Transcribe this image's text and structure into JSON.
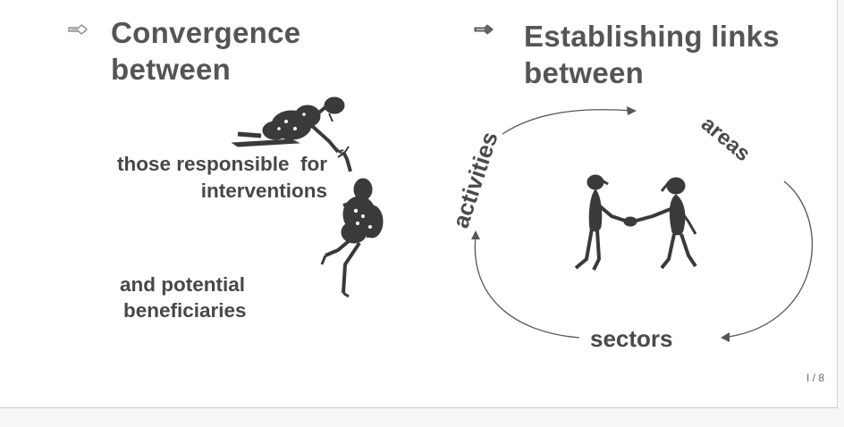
{
  "left": {
    "heading_line1": "Convergence",
    "heading_line2": "between",
    "group1_line1": "those responsible  for",
    "group1_line2": "interventions",
    "group2_line1": "and potential",
    "group2_line2": "beneficiaries"
  },
  "right": {
    "heading_line1": "Establishing links",
    "heading_line2": "between",
    "cycle": {
      "activities": "activities",
      "areas": "areas",
      "sectors": "sectors"
    }
  },
  "footer": {
    "page_number": "I / 8"
  },
  "colors": {
    "text": "#4a4a4a",
    "figure": "#3a3a3a",
    "background": "#ffffff"
  },
  "icons": [
    "pointing-hand-icon",
    "pointing-hand-icon"
  ]
}
